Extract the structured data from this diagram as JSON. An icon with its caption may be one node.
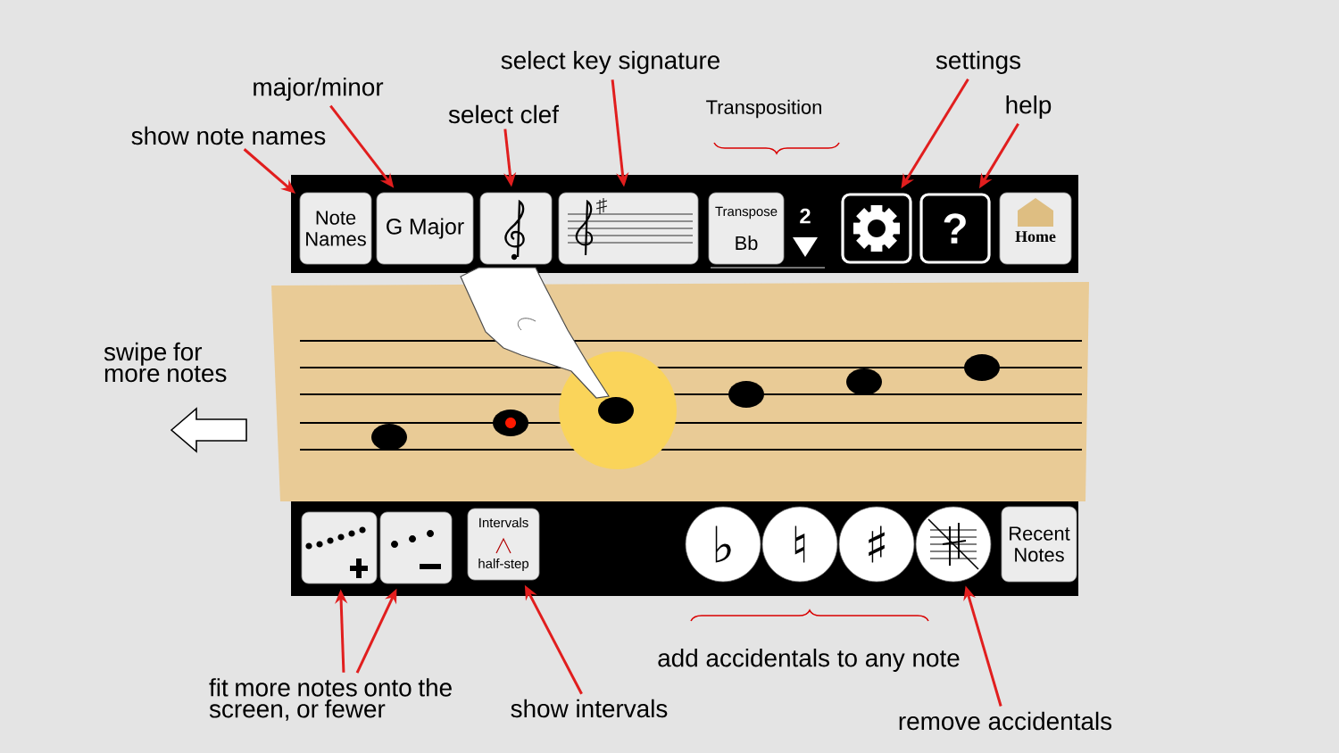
{
  "diagram": {
    "nodes": [
      {
        "text": [
          "show note names"
        ]
      },
      {
        "text": [
          "major/minor"
        ]
      },
      {
        "text": [
          "select clef"
        ]
      },
      {
        "text": [
          "select key signature"
        ]
      },
      {
        "text": [
          "settings"
        ]
      },
      {
        "text": [
          "help"
        ]
      },
      {
        "text": [
          "fit more notes onto the screen, or fewer"
        ]
      },
      {
        "text": [
          "show intervals"
        ]
      },
      {
        "text": [
          "remove accidentals"
        ]
      },
      {
        "text": [
          "Note Names"
        ]
      },
      {
        "text": [
          "G Major"
        ]
      },
      {
        "text": [],
        "shape": "box"
      },
      {
        "text": [],
        "shape": "box"
      },
      {
        "text": [
          "Transpose",
          "Bb"
        ]
      },
      {
        "text": [],
        "shape": "box"
      },
      {
        "text": [
          "?"
        ]
      },
      {
        "text": [
          "Home"
        ]
      },
      {
        "text": [],
        "shape": "box"
      },
      {
        "text": [],
        "shape": "box"
      },
      {
        "text": [
          "Intervals",
          "half-step"
        ]
      },
      {
        "text": [
          "♭"
        ]
      },
      {
        "text": [
          "♮"
        ]
      },
      {
        "text": [
          "♯"
        ]
      },
      {
        "text": [],
        "shape": "circle"
      },
      {
        "text": [
          "Recent Notes"
        ]
      }
    ],
    "edges": [
      {
        "from": 0,
        "to": 9,
        "arrow": "to"
      },
      {
        "from": 1,
        "to": 10,
        "arrow": "to"
      },
      {
        "from": 2,
        "to": 11,
        "arrow": "to"
      },
      {
        "from": 3,
        "to": 12,
        "arrow": "to"
      },
      {
        "from": 4,
        "to": 14,
        "arrow": "to"
      },
      {
        "from": 5,
        "to": 15,
        "arrow": "to"
      },
      {
        "from": 6,
        "to": 17,
        "arrow": "to"
      },
      {
        "from": 6,
        "to": 18,
        "arrow": "to"
      },
      {
        "from": 7,
        "to": 19,
        "arrow": "to"
      },
      {
        "from": 8,
        "to": 23,
        "arrow": "to"
      }
    ],
    "labels": [
      "Transposition",
      "2",
      "swipe for more notes",
      "add accidentals to any note"
    ]
  }
}
